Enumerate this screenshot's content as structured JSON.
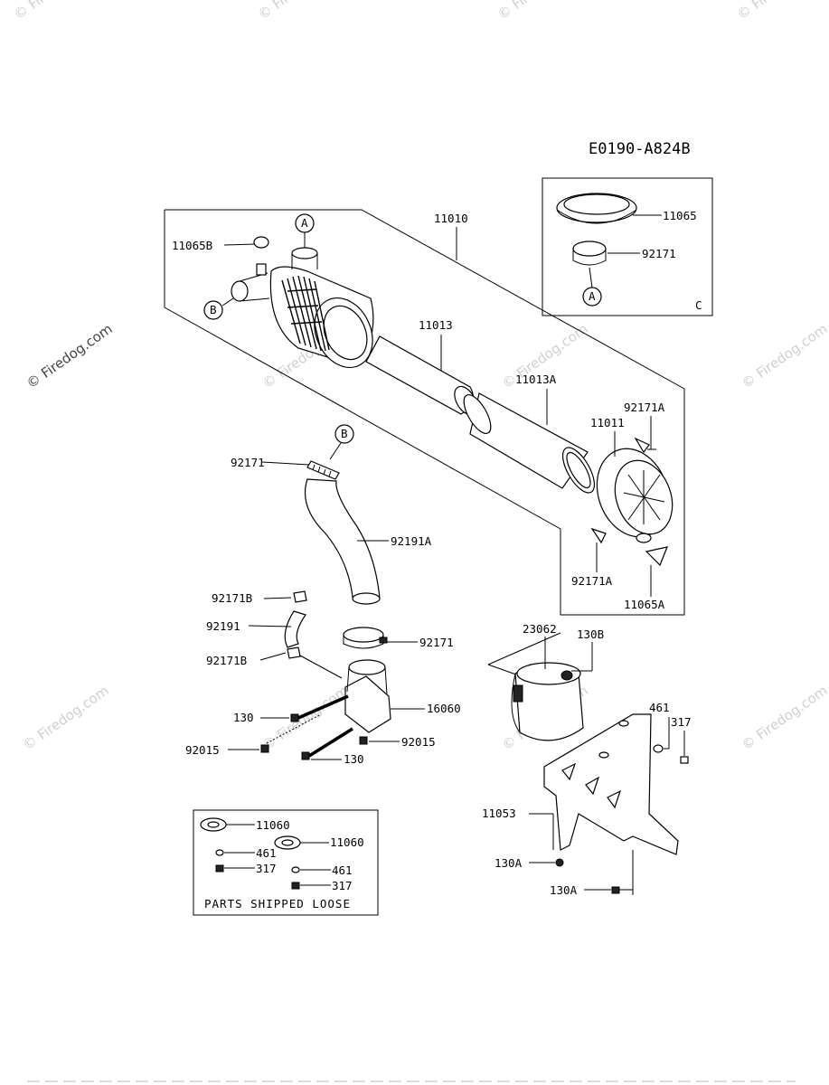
{
  "diagram_code": "E0190-A824B",
  "watermark": "© Firedog.com",
  "loose_box_title": "PARTS SHIPPED LOOSE",
  "callouts": {
    "A_top": "A",
    "B_left": "B",
    "A_inset": "A",
    "B_hose": "B",
    "C_inset": "C"
  },
  "labels": {
    "p11010": "11010",
    "p11065B": "11065B",
    "p11013": "11013",
    "p11013A": "11013A",
    "p11065": "11065",
    "p92171_inset": "92171",
    "p92171A_top": "92171A",
    "p11011": "11011",
    "p92171A_bottom": "92171A",
    "p11065A": "11065A",
    "p92171_hose": "92171",
    "p92191A": "92191A",
    "p92171B_top": "92171B",
    "p92191": "92191",
    "p92171B_bottom": "92171B",
    "p92171_clamp": "92171",
    "p16060": "16060",
    "p130_left": "130",
    "p92015_right": "92015",
    "p92015_left": "92015",
    "p130_bottom": "130",
    "p23062": "23062",
    "p130B": "130B",
    "p461": "461",
    "p317": "317",
    "p11053": "11053",
    "p130A_left": "130A",
    "p130A_bottom": "130A",
    "loose_11060_a": "11060",
    "loose_11060_b": "11060",
    "loose_461_a": "461",
    "loose_461_b": "461",
    "loose_317_a": "317",
    "loose_317_b": "317"
  }
}
